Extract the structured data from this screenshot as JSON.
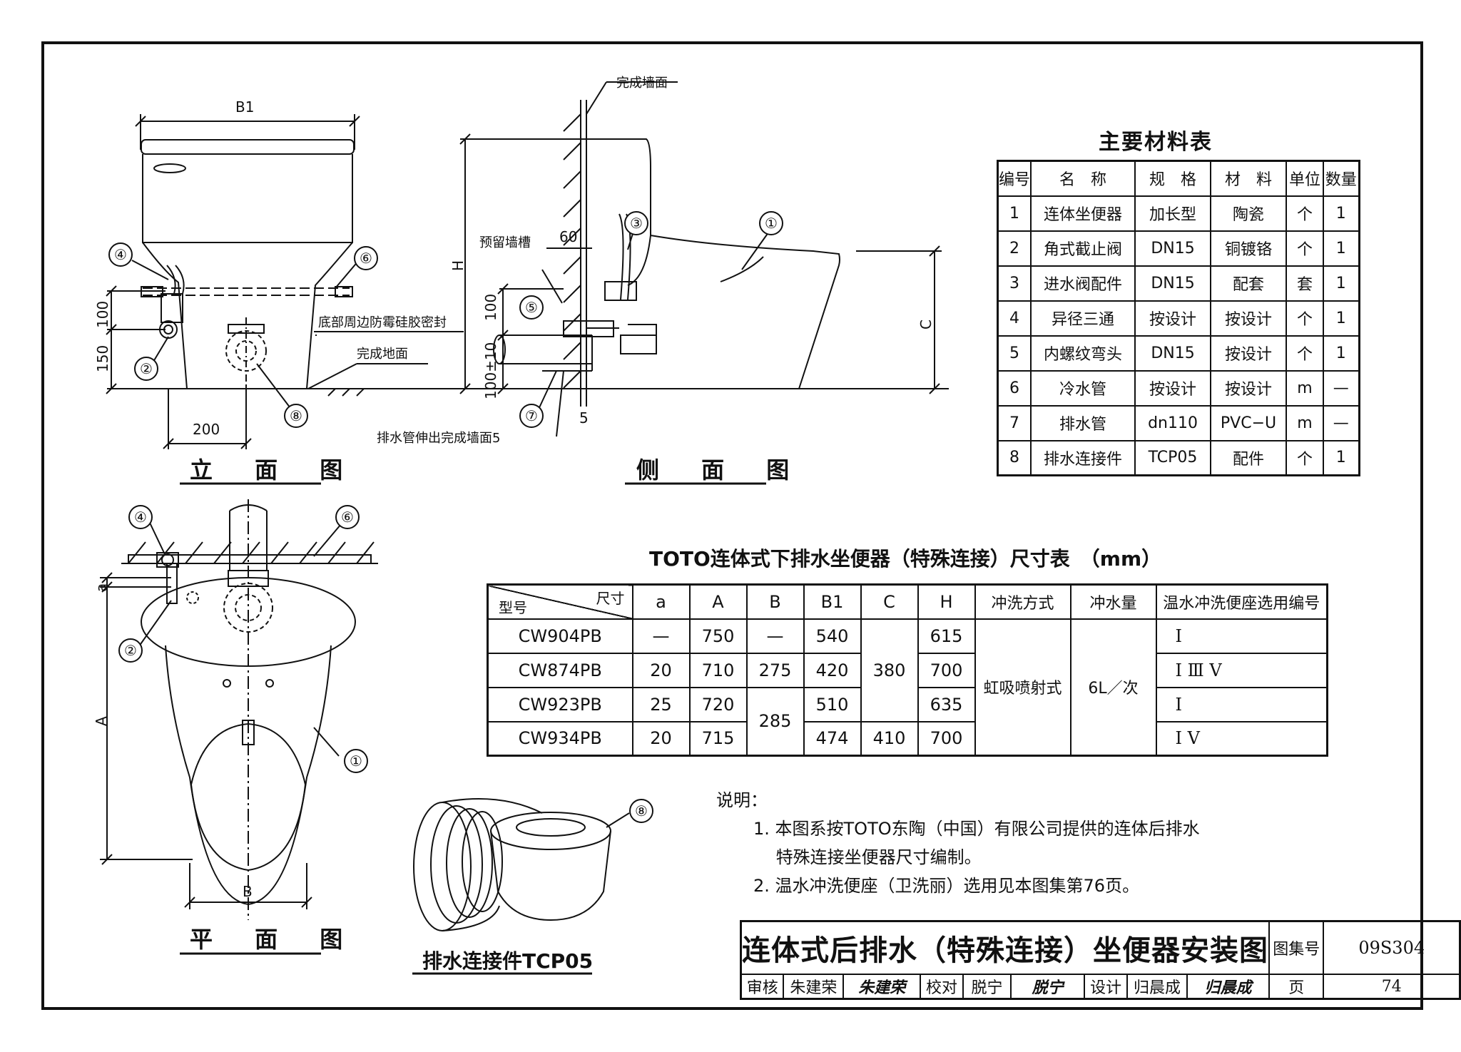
{
  "elevation": {
    "title": "立 面 图",
    "dim_b1": "B1",
    "dim_100": "100",
    "dim_150": "150",
    "dim_200": "200",
    "note_seal": "底部周边防霉硅胶密封",
    "note_floor": "完成地面",
    "callouts": [
      "④",
      "⑥",
      "②",
      "⑧"
    ]
  },
  "side": {
    "title": "侧 面 图",
    "label_wall": "完成墙面",
    "label_slot": "预留墙槽",
    "dim_60": "60",
    "dim_h": "H",
    "dim_100": "100",
    "dim_10": "100±10",
    "dim_c": "C",
    "dim_5": "5",
    "note_pipe": "排水管伸出完成墙面5",
    "callouts": [
      "③",
      "①",
      "⑤",
      "⑦"
    ]
  },
  "plan": {
    "title": "平 面 图",
    "dim_a_small": "a",
    "dim_a": "A",
    "dim_b": "B",
    "callouts": [
      "④",
      "⑥",
      "②",
      "①"
    ]
  },
  "fitting": {
    "title": "排水连接件TCP05",
    "callout": "⑧"
  },
  "materials": {
    "title": "主要材料表",
    "headers": [
      "编号",
      "名　称",
      "规　格",
      "材　料",
      "单位",
      "数量"
    ],
    "rows": [
      [
        "1",
        "连体坐便器",
        "加长型",
        "陶瓷",
        "个",
        "1"
      ],
      [
        "2",
        "角式截止阀",
        "DN15",
        "铜镀铬",
        "个",
        "1"
      ],
      [
        "3",
        "进水阀配件",
        "DN15",
        "配套",
        "套",
        "1"
      ],
      [
        "4",
        "异径三通",
        "按设计",
        "按设计",
        "个",
        "1"
      ],
      [
        "5",
        "内螺纹弯头",
        "DN15",
        "按设计",
        "个",
        "1"
      ],
      [
        "6",
        "冷水管",
        "按设计",
        "按设计",
        "m",
        "—"
      ],
      [
        "7",
        "排水管",
        "dn110",
        "PVC−U",
        "m",
        "—"
      ],
      [
        "8",
        "排水连接件",
        "TCP05",
        "配件",
        "个",
        "1"
      ]
    ]
  },
  "dimensions": {
    "title": "TOTO连体式下排水坐便器（特殊连接）尺寸表　（mm）",
    "corner_top": "尺寸",
    "corner_bottom": "型号",
    "headers": [
      "a",
      "A",
      "B",
      "B1",
      "C",
      "H",
      "冲洗方式",
      "冲水量",
      "温水冲洗便座选用编号"
    ],
    "models": [
      "CW904PB",
      "CW874PB",
      "CW923PB",
      "CW934PB"
    ],
    "a": [
      "—",
      "20",
      "25",
      "20"
    ],
    "A": [
      "750",
      "710",
      "720",
      "715"
    ],
    "B": [
      "—",
      "275",
      "285"
    ],
    "B1": [
      "540",
      "420",
      "510",
      "474"
    ],
    "C": [
      "380",
      "410"
    ],
    "H": [
      "615",
      "700",
      "635",
      "700"
    ],
    "flush_type": "虹吸喷射式",
    "flush_volume": "6L／次",
    "seat_codes": [
      "Ⅰ",
      "Ⅰ Ⅲ Ⅴ",
      "Ⅰ",
      "Ⅰ Ⅴ"
    ]
  },
  "notes": {
    "label": "说明：",
    "items": [
      "1. 本图系按TOTO东陶（中国）有限公司提供的连体后排水",
      "　 特殊连接坐便器尺寸编制。",
      "2. 温水冲洗便座（卫洗丽）选用见本图集第76页。"
    ]
  },
  "title_block": {
    "drawing_title": "连体式后排水（特殊连接）坐便器安装图",
    "atlas_label": "图集号",
    "atlas_no": "09S304",
    "review_label": "审核",
    "reviewer": "朱建荣",
    "reviewer_sig": "朱建荣",
    "check_label": "校对",
    "checker": "脱宁",
    "checker_sig": "脱宁",
    "design_label": "设计",
    "designer": "归晨成",
    "designer_sig": "归晨成",
    "page_label": "页",
    "page_no": "74"
  }
}
